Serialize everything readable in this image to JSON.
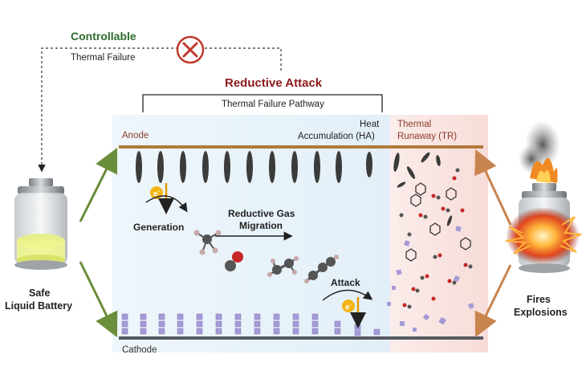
{
  "controllable": {
    "title": "Controllable",
    "subtitle": "Thermal Failure"
  },
  "reductive": {
    "title": "Reductive Attack",
    "subtitle": "Thermal Failure Pathway"
  },
  "labels": {
    "anode": "Anode",
    "cathode": "Cathode",
    "heat_line1": "Heat",
    "heat_line2": "Accumulation (HA)",
    "tr_line1": "Thermal",
    "tr_line2": "Runaway (TR)",
    "generation": "Generation",
    "migration_line1": "Reductive Gas",
    "migration_line2": "Migration",
    "attack": "Attack",
    "electron": "e",
    "electron_sup": "-",
    "safe_line1": "Safe",
    "safe_line2": "Liquid Battery",
    "fires_line1": "Fires",
    "fires_line2": "Explosions"
  },
  "colors": {
    "reductive_title": "#8b1a1a",
    "controllable_title": "#2e6b2e",
    "tr_text": "#8b3a2a",
    "electrode": "#b07a3a",
    "graphite": "#333333",
    "cathode_particle": "#a59ad6",
    "electron": "#f2b515",
    "cross": "#c0392b",
    "arrow_green": "#6b8e3a",
    "arrow_orange": "#c9844e"
  }
}
